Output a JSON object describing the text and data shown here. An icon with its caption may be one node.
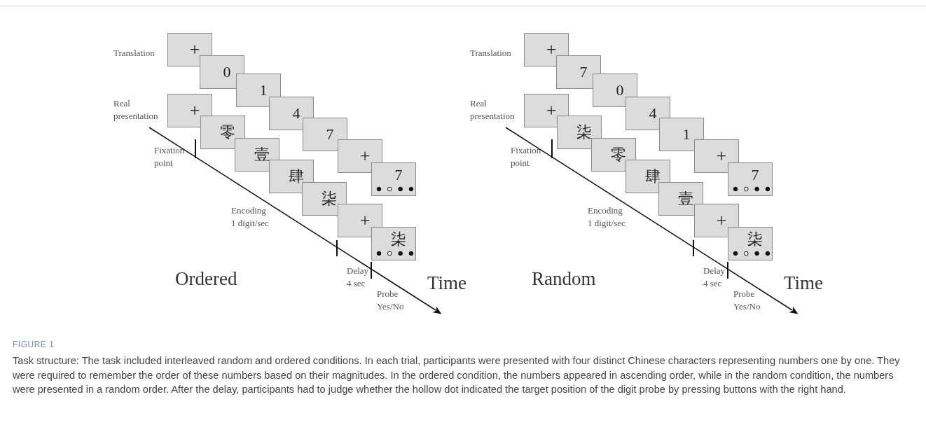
{
  "diagram": {
    "caption": "Task structure: The task included interleaved random and ordered conditions. In each trial, participants were presented with four distinct Chinese characters representing numbers one by one. They were required to remember the order of these numbers based on their magnitudes. In the ordered condition, the numbers appeared in ascending order, while in the random condition, the numbers were presented in a random order. After the delay, participants had to judge whether the hollow dot indicated the target position of the digit probe by pressing buttons with the right hand.",
    "nodes": [
      {
        "text": [
          "+"
        ]
      },
      {
        "text": [
          "0"
        ]
      },
      {
        "text": [
          "1"
        ]
      },
      {
        "text": [
          "4"
        ]
      },
      {
        "text": [
          "7"
        ]
      },
      {
        "text": [
          "+"
        ]
      },
      {
        "text": [
          "7"
        ]
      },
      {
        "text": [
          "+"
        ]
      },
      {
        "text": [
          "零"
        ]
      },
      {
        "text": [
          "壹"
        ]
      },
      {
        "text": [
          "肆"
        ]
      },
      {
        "text": [
          "柒"
        ]
      },
      {
        "text": [
          "+"
        ]
      },
      {
        "text": [
          "柒"
        ]
      },
      {
        "text": [
          "+"
        ]
      },
      {
        "text": [
          "7"
        ]
      },
      {
        "text": [
          "0"
        ]
      },
      {
        "text": [
          "4"
        ]
      },
      {
        "text": [
          "1"
        ]
      },
      {
        "text": [
          "+"
        ]
      },
      {
        "text": [
          "7"
        ]
      },
      {
        "text": [
          "+"
        ]
      },
      {
        "text": [
          "柒"
        ]
      },
      {
        "text": [
          "零"
        ]
      },
      {
        "text": [
          "肆"
        ]
      },
      {
        "text": [
          "壹"
        ]
      },
      {
        "text": [
          "+"
        ]
      },
      {
        "text": [
          "柒"
        ]
      }
    ],
    "labels": [
      "Translation",
      "Real presentation",
      "Fixation point",
      "Encoding 1 digit/sec",
      "Ordered",
      "Delay 4 sec",
      "Time",
      "Probe Yes/No",
      "Translation",
      "Real presentation",
      "Fixation point",
      "Encoding 1 digit/sec",
      "Random",
      "Delay 4 sec",
      "Time",
      "Probe Yes/No",
      "FIGURE 1"
    ]
  }
}
